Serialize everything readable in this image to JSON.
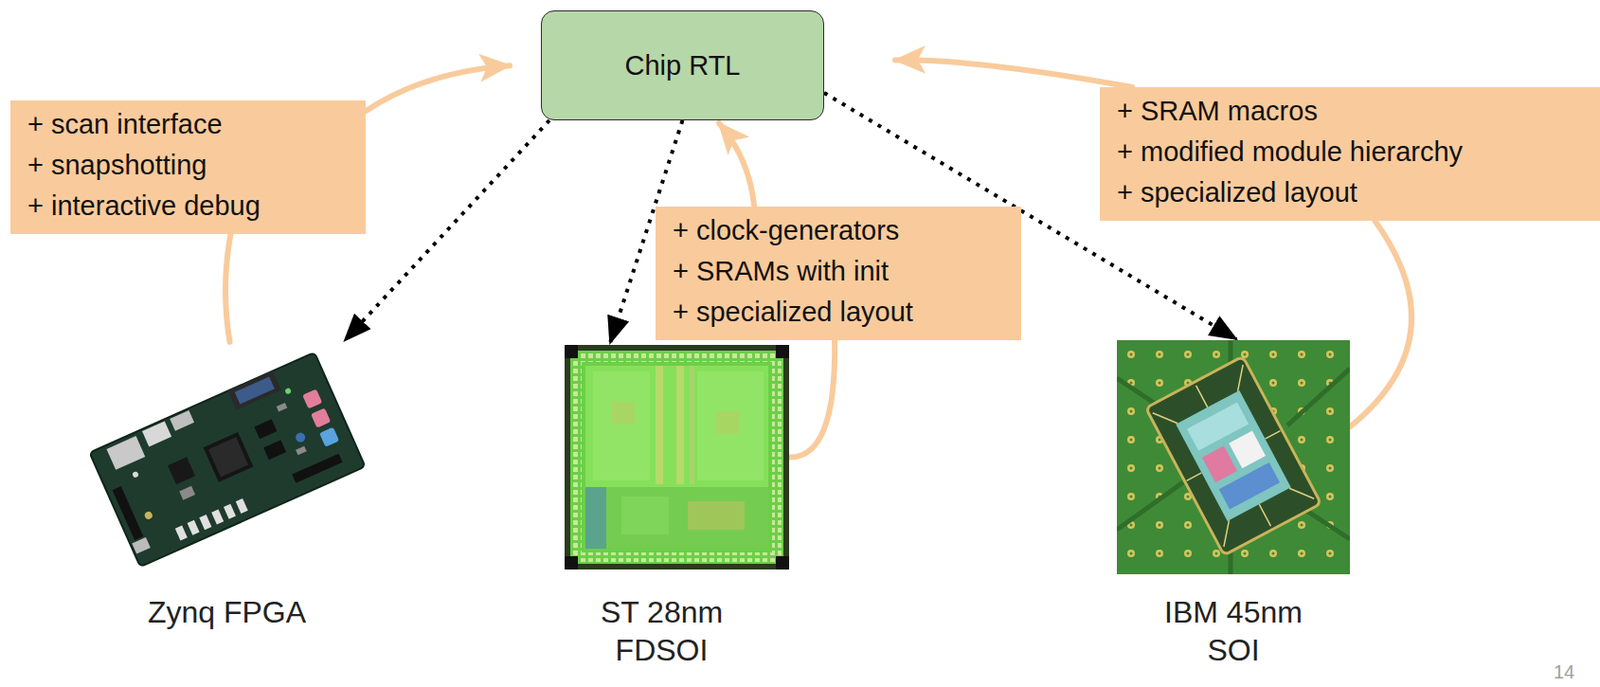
{
  "diagram": {
    "nodes": [
      {
        "text": [
          "Chip RTL"
        ]
      },
      {
        "text": [
          "+ scan interface",
          "+ snapshotting",
          "+ interactive debug"
        ]
      },
      {
        "text": [
          "+ clock-generators",
          "+ SRAMs with init",
          "+ specialized layout"
        ]
      },
      {
        "text": [
          "+ SRAM macros",
          "+ modified module hierarchy",
          "+ specialized layout"
        ]
      },
      {
        "text": [
          "Zynq FPGA"
        ]
      },
      {
        "text": [
          "ST 28nm FDSOI"
        ]
      },
      {
        "text": [
          "IBM 45nm SOI"
        ]
      }
    ],
    "edges": [
      {
        "from": 0,
        "to": 4,
        "arrow": "to"
      },
      {
        "from": 0,
        "to": 5,
        "arrow": "to"
      },
      {
        "from": 0,
        "to": 6,
        "arrow": "to"
      },
      {
        "from": 4,
        "to": 1,
        "arrow": "none"
      },
      {
        "from": 1,
        "to": 0,
        "arrow": "to"
      },
      {
        "from": 5,
        "to": 2,
        "arrow": "none"
      },
      {
        "from": 2,
        "to": 0,
        "arrow": "to"
      },
      {
        "from": 6,
        "to": 3,
        "arrow": "none"
      },
      {
        "from": 3,
        "to": 0,
        "arrow": "to"
      }
    ],
    "labels": [
      "14"
    ]
  }
}
